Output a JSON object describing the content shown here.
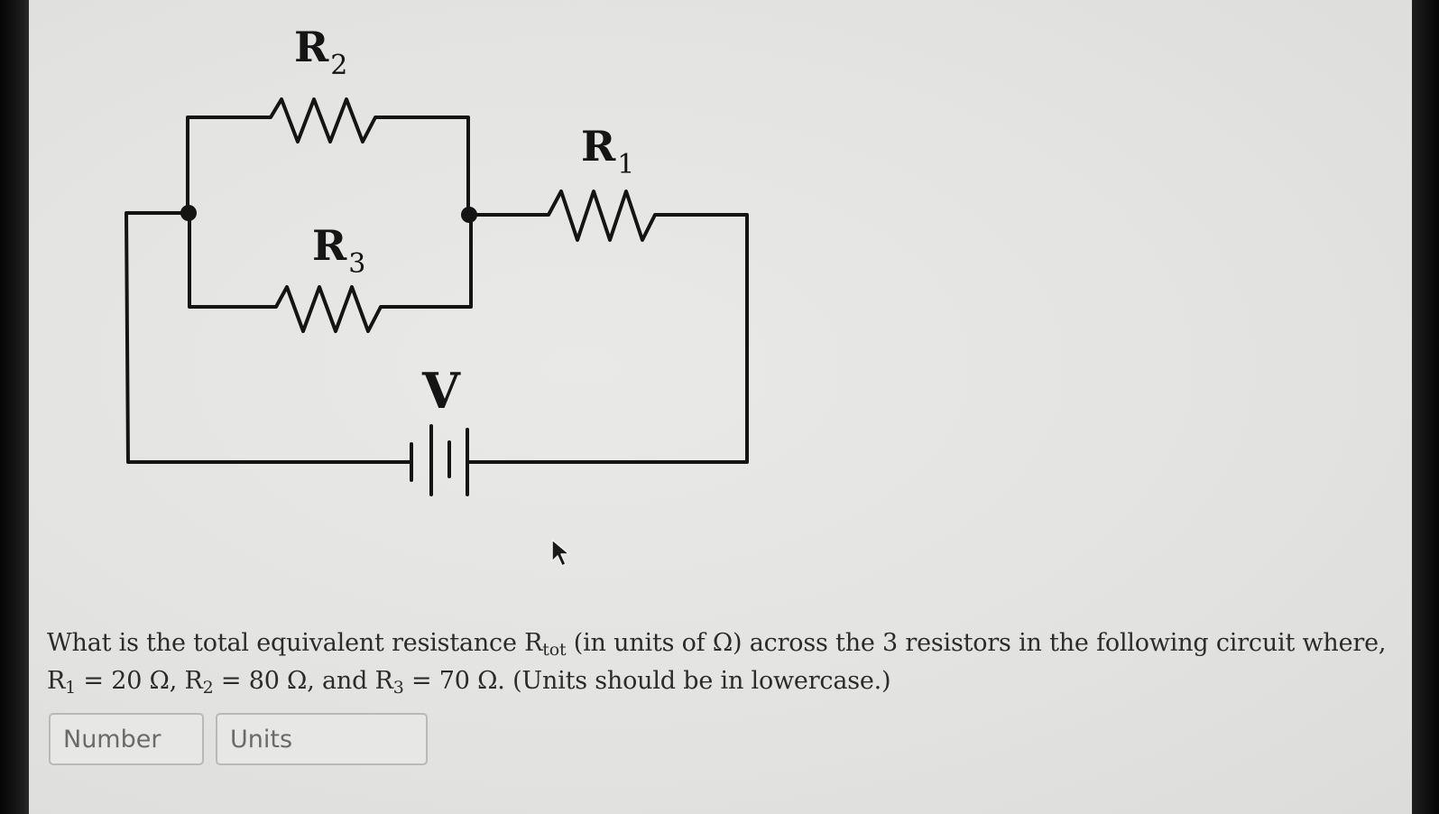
{
  "circuit": {
    "r2_label": "R",
    "r2_sub": "2",
    "r3_label": "R",
    "r3_sub": "3",
    "r1_label": "R",
    "r1_sub": "1",
    "v_label": "V"
  },
  "question": {
    "p1": "What is the total equivalent resistance R",
    "sub_tot": "tot",
    "p2": " (in units of Ω) across the 3 resistors in the following circuit where, R",
    "sub_1": "1",
    "p3": " = 20 Ω, R",
    "sub_2": "2",
    "p4": " = 80 Ω, and R",
    "sub_3": "3",
    "p5": " = 70 Ω. (Units should be in lowercase.)"
  },
  "answer": {
    "number_placeholder": "Number",
    "units_placeholder": "Units",
    "number_value": "",
    "units_value": ""
  },
  "cursor_icon": "mouse-pointer-icon"
}
